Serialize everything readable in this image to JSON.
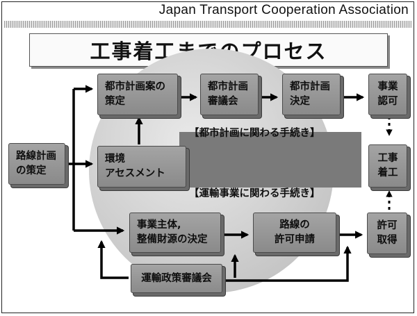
{
  "header": {
    "organization": "Japan Transport Cooperation Association",
    "title": "工事着工までのプロセス"
  },
  "nodes": {
    "route_plan": "路線計画\nの策定",
    "city_plan_draft": "都市計画案の\n策定",
    "city_plan_council": "都市計画\n審議会",
    "city_plan_decision": "都市計画\n決定",
    "business_approval": "事業\n認可",
    "environment_assessment": "環境\nアセスメント",
    "construction_start": "工事\n着工",
    "operator_funding": "事業主体,\n整備財源の決定",
    "route_license_application": "路線の\n許可申請",
    "license_acquisition": "許可\n取得",
    "transport_policy_council": "運輸政策審議会"
  },
  "labels": {
    "city_plan_procedures": "【都市計画に関わる手続き】",
    "transport_business_procedures": "【運輸事業に関わる手続き】"
  }
}
